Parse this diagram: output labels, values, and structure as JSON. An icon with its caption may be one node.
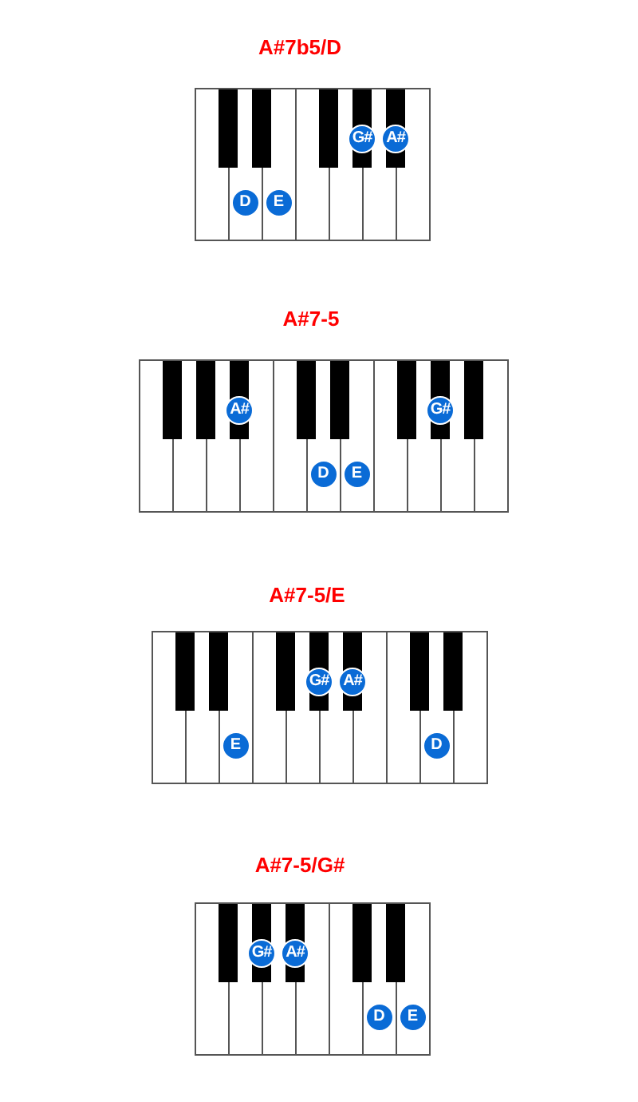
{
  "diagram": {
    "nodes": [
      {
        "text": [
          "A#7b5/D"
        ]
      },
      {
        "text": [
          "D"
        ],
        "in": 0
      },
      {
        "text": [
          "E"
        ],
        "in": 0
      },
      {
        "text": [
          "G#"
        ],
        "in": 0
      },
      {
        "text": [
          "A#"
        ],
        "in": 0
      },
      {
        "text": [
          "A#7-5"
        ]
      },
      {
        "text": [
          "A#"
        ],
        "in": 5
      },
      {
        "text": [
          "G#"
        ],
        "in": 5
      },
      {
        "text": [
          "D"
        ],
        "in": 5
      },
      {
        "text": [
          "E"
        ],
        "in": 5
      },
      {
        "text": [
          "A#7-5/E"
        ]
      },
      {
        "text": [
          "G#"
        ],
        "in": 10
      },
      {
        "text": [
          "A#"
        ],
        "in": 10
      },
      {
        "text": [
          "E"
        ],
        "in": 10
      },
      {
        "text": [
          "D"
        ],
        "in": 10
      },
      {
        "text": [
          "A#7-5/G#"
        ]
      },
      {
        "text": [
          "G#"
        ],
        "in": 15
      },
      {
        "text": [
          "A#"
        ],
        "in": 15
      },
      {
        "text": [
          "D"
        ],
        "in": 15
      },
      {
        "text": [
          "E"
        ],
        "in": 15
      }
    ]
  }
}
